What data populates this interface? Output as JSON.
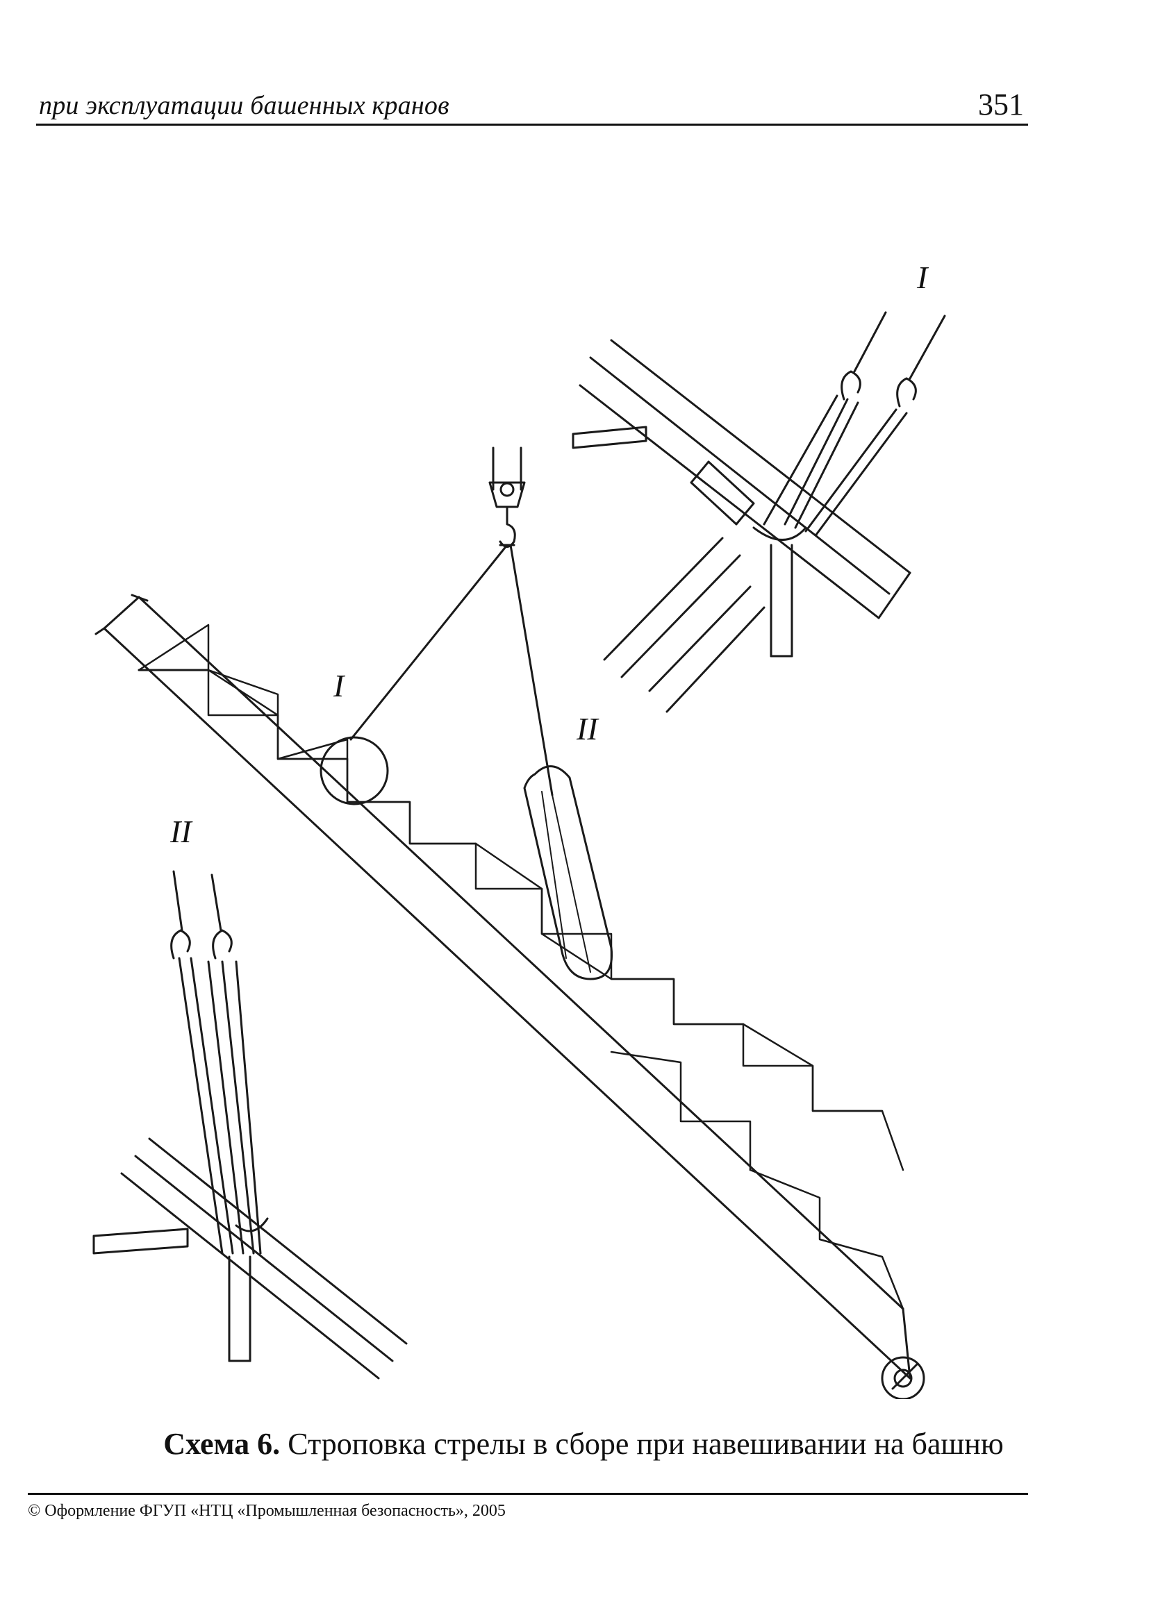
{
  "header": {
    "running_title": "при эксплуатации башенных кранов",
    "page_number": "351"
  },
  "figure": {
    "labels": {
      "detail_1_main": "I",
      "detail_2_main": "II",
      "detail_1_inset": "I",
      "detail_2_inset": "II"
    },
    "stroke_color": "#1a1a1a"
  },
  "caption": {
    "label": "Схема 6.",
    "text": "Строповка стрелы в сборе при навешивании на башню"
  },
  "footer": {
    "text": "© Оформление ФГУП «НТЦ «Промышленная безопасность», 2005"
  }
}
